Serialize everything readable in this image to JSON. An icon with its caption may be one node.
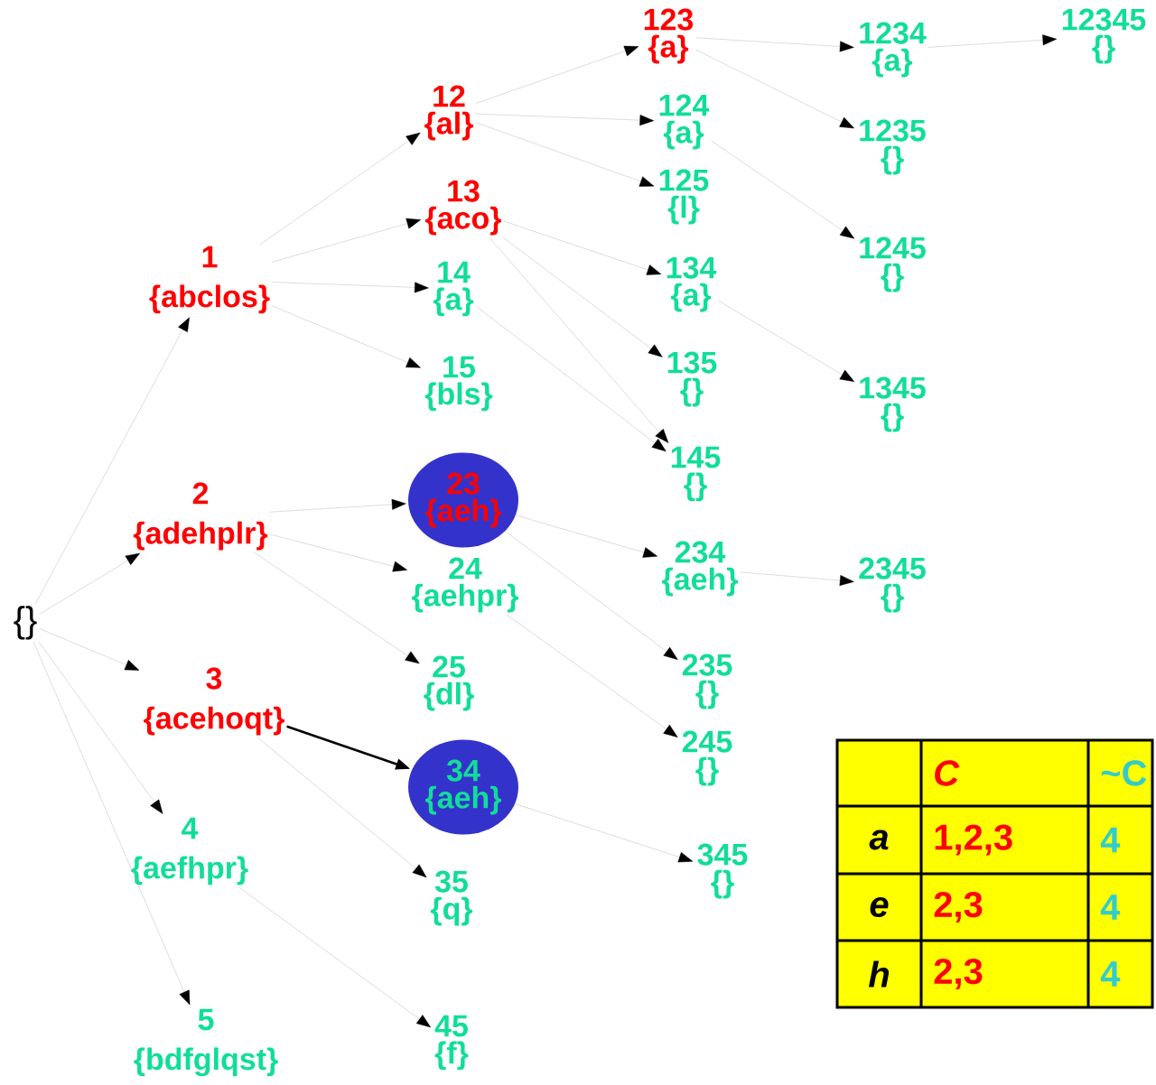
{
  "diagram": {
    "nodes": [
      {
        "text": [
          "{}"
        ]
      },
      {
        "text": [
          "1",
          "{abclos}"
        ]
      },
      {
        "text": [
          "2",
          "{adehplr}"
        ]
      },
      {
        "text": [
          "3",
          "{acehoqt}"
        ]
      },
      {
        "text": [
          "4",
          "{aefhpr}"
        ]
      },
      {
        "text": [
          "5",
          "{bdfglqst}"
        ]
      },
      {
        "text": [
          "12",
          "{al}"
        ]
      },
      {
        "text": [
          "13",
          "{aco}"
        ]
      },
      {
        "text": [
          "14",
          "{a}"
        ]
      },
      {
        "text": [
          "15",
          "{bls}"
        ]
      },
      {
        "text": [
          "23",
          "{aeh}"
        ]
      },
      {
        "text": [
          "24",
          "{aehpr}"
        ]
      },
      {
        "text": [
          "25",
          "{dl}"
        ]
      },
      {
        "text": [
          "34",
          "{aeh}"
        ]
      },
      {
        "text": [
          "35",
          "{q}"
        ]
      },
      {
        "text": [
          "45",
          "{f}"
        ]
      },
      {
        "text": [
          "123",
          "{a}"
        ]
      },
      {
        "text": [
          "124",
          "{a}"
        ]
      },
      {
        "text": [
          "125",
          "{l}"
        ]
      },
      {
        "text": [
          "134",
          "{a}"
        ]
      },
      {
        "text": [
          "135",
          "{}"
        ]
      },
      {
        "text": [
          "145",
          "{}"
        ]
      },
      {
        "text": [
          "234",
          "{aeh}"
        ]
      },
      {
        "text": [
          "235",
          "{}"
        ]
      },
      {
        "text": [
          "245",
          "{}"
        ]
      },
      {
        "text": [
          "345",
          "{}"
        ]
      },
      {
        "text": [
          "1234",
          "{a}"
        ]
      },
      {
        "text": [
          "1235",
          "{}"
        ]
      },
      {
        "text": [
          "1245",
          "{}"
        ]
      },
      {
        "text": [
          "1345",
          "{}"
        ]
      },
      {
        "text": [
          "2345",
          "{}"
        ]
      },
      {
        "text": [
          "12345",
          "{}"
        ]
      }
    ],
    "edges": [
      {
        "from": 0,
        "to": 1,
        "arrow": "to"
      },
      {
        "from": 0,
        "to": 2,
        "arrow": "to"
      },
      {
        "from": 0,
        "to": 3,
        "arrow": "to"
      },
      {
        "from": 0,
        "to": 4,
        "arrow": "to"
      },
      {
        "from": 0,
        "to": 5,
        "arrow": "to"
      },
      {
        "from": 1,
        "to": 6,
        "arrow": "to"
      },
      {
        "from": 1,
        "to": 7,
        "arrow": "to"
      },
      {
        "from": 1,
        "to": 8,
        "arrow": "to"
      },
      {
        "from": 1,
        "to": 9,
        "arrow": "to"
      },
      {
        "from": 2,
        "to": 10,
        "arrow": "to"
      },
      {
        "from": 2,
        "to": 11,
        "arrow": "to"
      },
      {
        "from": 2,
        "to": 12,
        "arrow": "to"
      },
      {
        "from": 3,
        "to": 13,
        "arrow": "to",
        "style": "thick",
        "color": "#000000"
      },
      {
        "from": 3,
        "to": 14,
        "arrow": "to"
      },
      {
        "from": 4,
        "to": 15,
        "arrow": "to"
      },
      {
        "from": 6,
        "to": 16,
        "arrow": "to"
      },
      {
        "from": 6,
        "to": 17,
        "arrow": "to"
      },
      {
        "from": 6,
        "to": 18,
        "arrow": "to"
      },
      {
        "from": 7,
        "to": 19,
        "arrow": "to"
      },
      {
        "from": 7,
        "to": 20,
        "arrow": "to"
      },
      {
        "from": 7,
        "to": 21,
        "arrow": "to"
      },
      {
        "from": 8,
        "to": 21,
        "arrow": "to"
      },
      {
        "from": 10,
        "to": 22,
        "arrow": "to"
      },
      {
        "from": 10,
        "to": 23,
        "arrow": "to"
      },
      {
        "from": 11,
        "to": 24,
        "arrow": "to"
      },
      {
        "from": 13,
        "to": 25,
        "arrow": "to"
      },
      {
        "from": 16,
        "to": 26,
        "arrow": "to"
      },
      {
        "from": 16,
        "to": 27,
        "arrow": "to"
      },
      {
        "from": 17,
        "to": 28,
        "arrow": "to"
      },
      {
        "from": 19,
        "to": 29,
        "arrow": "to"
      },
      {
        "from": 22,
        "to": 30,
        "arrow": "to"
      },
      {
        "from": 26,
        "to": 31,
        "arrow": "to"
      }
    ],
    "labels": [
      "C",
      "~C",
      "a",
      "1,2,3",
      "4",
      "e",
      "2,3",
      "4",
      "h",
      "2,3",
      "4"
    ]
  }
}
